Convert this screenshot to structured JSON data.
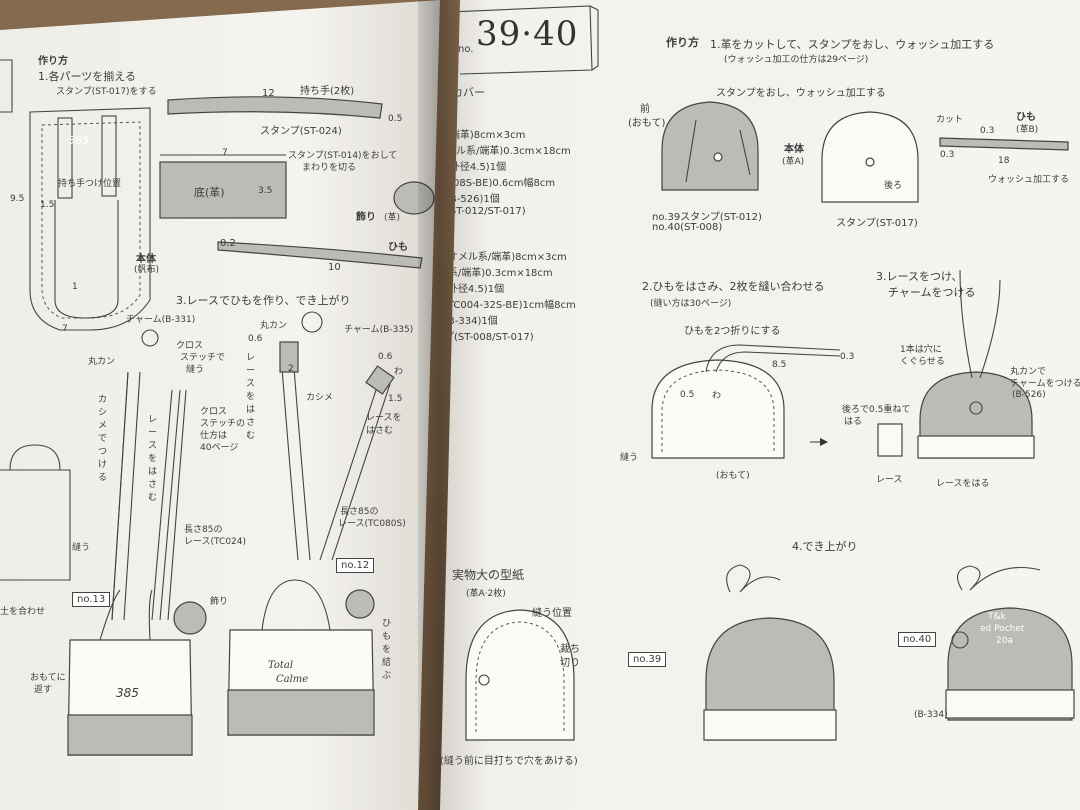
{
  "left_page": {
    "method_heading": "作り方",
    "step1_title": "1.各パーツを揃える",
    "stamp_label": "スタンプ(ST-017)をする",
    "handle_label": "持ち手(2枚)",
    "handle_stamp": "スタンプ(ST-024)",
    "dim_12": "12",
    "dim_05": "0.5",
    "dim_7": "7",
    "base_label": "底(革)",
    "dim_35": "3.5",
    "stamp_circle_label": "スタンプ(ST-014)をおして",
    "cut_around": "まわりを切る",
    "handle_pos": "持ち手つけ位置",
    "dim_95": "9.5",
    "dim_15": "1.5",
    "ornament_label": "飾り",
    "ornament_sub": "(革)",
    "body_label": "本体",
    "body_sub": "(帆布)",
    "dim_02": "0.2",
    "cord_label": "ひも",
    "dim_10": "10",
    "dim_1": "1",
    "dim_7b": "7",
    "step3_title": "3.レースでひもを作り、でき上がり",
    "charm_b331": "チャーム(B-331)",
    "cross_stitch": "クロス",
    "stitch": "ステッチで",
    "sew": "縫う",
    "maru_kan": "丸カン",
    "lace_clamp": "レースをはさむ",
    "cross_howto1": "クロス",
    "cross_howto2": "ステッチの",
    "cross_howto3": "仕方は",
    "cross_howto4": "40ページ",
    "kashime_attach": "カシメでつける",
    "maru_kan2": "丸カン",
    "dim_06": "0.6",
    "charm_b335": "チャーム(B-335)",
    "lace_sandwich": "レースをはさむ",
    "kashime": "カシメ",
    "dim_2": "2",
    "dim_06b": "0.6",
    "wa": "わ",
    "dim_15b": "1.5",
    "lace_sandwich2": "レースをはさむ",
    "length85": "長さ85の",
    "lace_tc024": "レース(TC024)",
    "length85b": "長さ85の",
    "lace_tc080s": "レース(TC080S)",
    "no12": "no.12",
    "no13": "no.13",
    "ornament2": "飾り",
    "sew2": "縫う",
    "align": "土を合わせ",
    "tie_cord": "ひもを結ぶ",
    "front_fold1": "おもてに",
    "front_fold2": "返す",
    "bag_num": "385",
    "bag_num_small": "385",
    "bag_logo1": "Total",
    "bag_logo2": "Calme"
  },
  "right_page": {
    "title_number": "39·40",
    "cover_label": "カバー",
    "materials": [
      "(端革)8cm×3cm",
      "メル系/端革)0.3cm×18cm",
      "(外径4.5)1個",
      "C08S-BE)0.6cm幅8cm",
      "(B-526)1個",
      "(ST-012/ST-017)",
      "(オメル系/端革)8cm×3cm",
      "(系/端革)0.3cm×18cm",
      "(外径4.5)1個",
      "(TC004-32S-BE)1cm幅8cm",
      "(B-334)1個",
      "プ(ST-008/ST-017)"
    ],
    "method_heading": "作り方",
    "step1_title": "1.革をカットして、スタンプをおし、ウォッシュ加工する",
    "step1_sub": "(ウォッシュ加工の仕方は29ページ)",
    "front": "前",
    "front_sub": "(おもて)",
    "stamp_wash": "スタンプをおし、ウォッシュ加工する",
    "body": "本体",
    "body_sub": "(革A)",
    "back": "後ろ",
    "cut": "カット",
    "cord": "ひも",
    "cord_sub": "(革B)",
    "dim_03a": "0.3",
    "dim_03b": "0.3",
    "dim_18": "18",
    "wash": "ウォッシュ加工する",
    "no39_stamp": "no.39スタンプ(ST-012)",
    "no40_stamp": "no.40(ST-008)",
    "stamp_st017": "スタンプ(ST-017)",
    "step2_title": "2.ひもをはさみ、2枚を縫い合わせる",
    "step2_sub": "(縫い方は30ページ)",
    "fold_cord": "ひもを2つ折りにする",
    "dim_85": "8.5",
    "dim_03c": "0.3",
    "dim_05": "0.5",
    "wa": "わ",
    "sew": "縫う",
    "omote": "(おもて)",
    "step3_title1": "3.レースをつけ、",
    "step3_title2": "チャームをつける",
    "thread1": "1本は穴に",
    "thread2": "くぐらせる",
    "maru_kan1": "丸カンで",
    "maru_kan2": "チャームをつける",
    "maru_kan3": "(B-526)",
    "back_fold1": "後ろで0.5重ねて",
    "back_fold2": "はる",
    "lace": "レース",
    "lace_attach": "レースをはる",
    "step4_title": "4.でき上がり",
    "pattern_title": "実物大の型紙",
    "pattern_sub": "(革A·2枚)",
    "sew_pos": "縫う位置",
    "cut_line1": "裁ち",
    "cut_line2": "切り",
    "hole_note": "(縫う前に目打ちで穴をあける)",
    "no39": "no.39",
    "no40": "no.40",
    "b334": "(B-334)",
    "stamp_text1": "T&k",
    "stamp_text2": "ed Pochet",
    "stamp_text3": "20a"
  }
}
